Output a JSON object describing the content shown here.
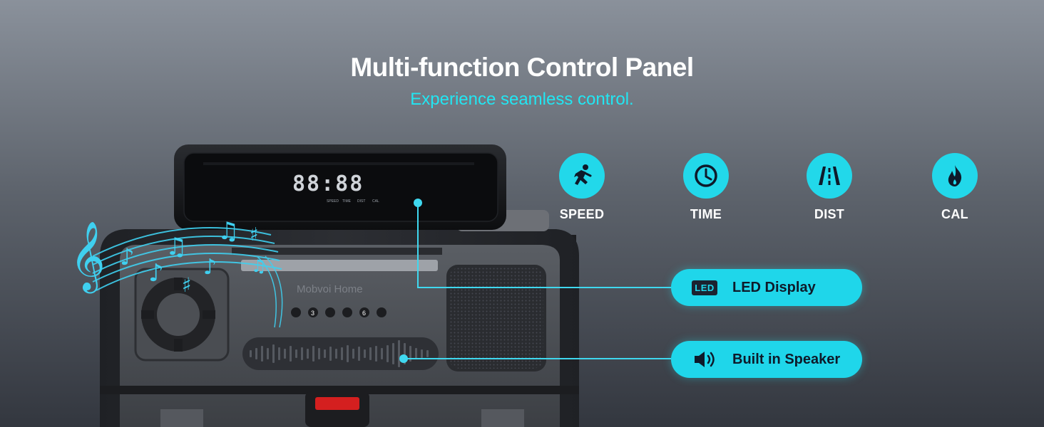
{
  "header": {
    "title": "Multi-function Control Panel",
    "subtitle": "Experience seamless control."
  },
  "display": {
    "digits": "88:88",
    "indicators": [
      "SPEED",
      "TIME",
      "DIST",
      "CAL"
    ]
  },
  "panel": {
    "brand": "Mobvoi Home",
    "buttons": [
      "3",
      "6"
    ]
  },
  "features": [
    {
      "label": "SPEED",
      "icon": "running-person-icon"
    },
    {
      "label": "TIME",
      "icon": "clock-icon"
    },
    {
      "label": "DIST",
      "icon": "road-icon"
    },
    {
      "label": "CAL",
      "icon": "flame-icon"
    }
  ],
  "callouts": [
    {
      "badge": "LED",
      "label": "LED Display",
      "icon": "led-icon"
    },
    {
      "label": "Built in Speaker",
      "icon": "speaker-icon"
    }
  ],
  "colors": {
    "accent": "#22d8ea",
    "subtitle": "#22e6f2",
    "title": "#ffffff"
  }
}
